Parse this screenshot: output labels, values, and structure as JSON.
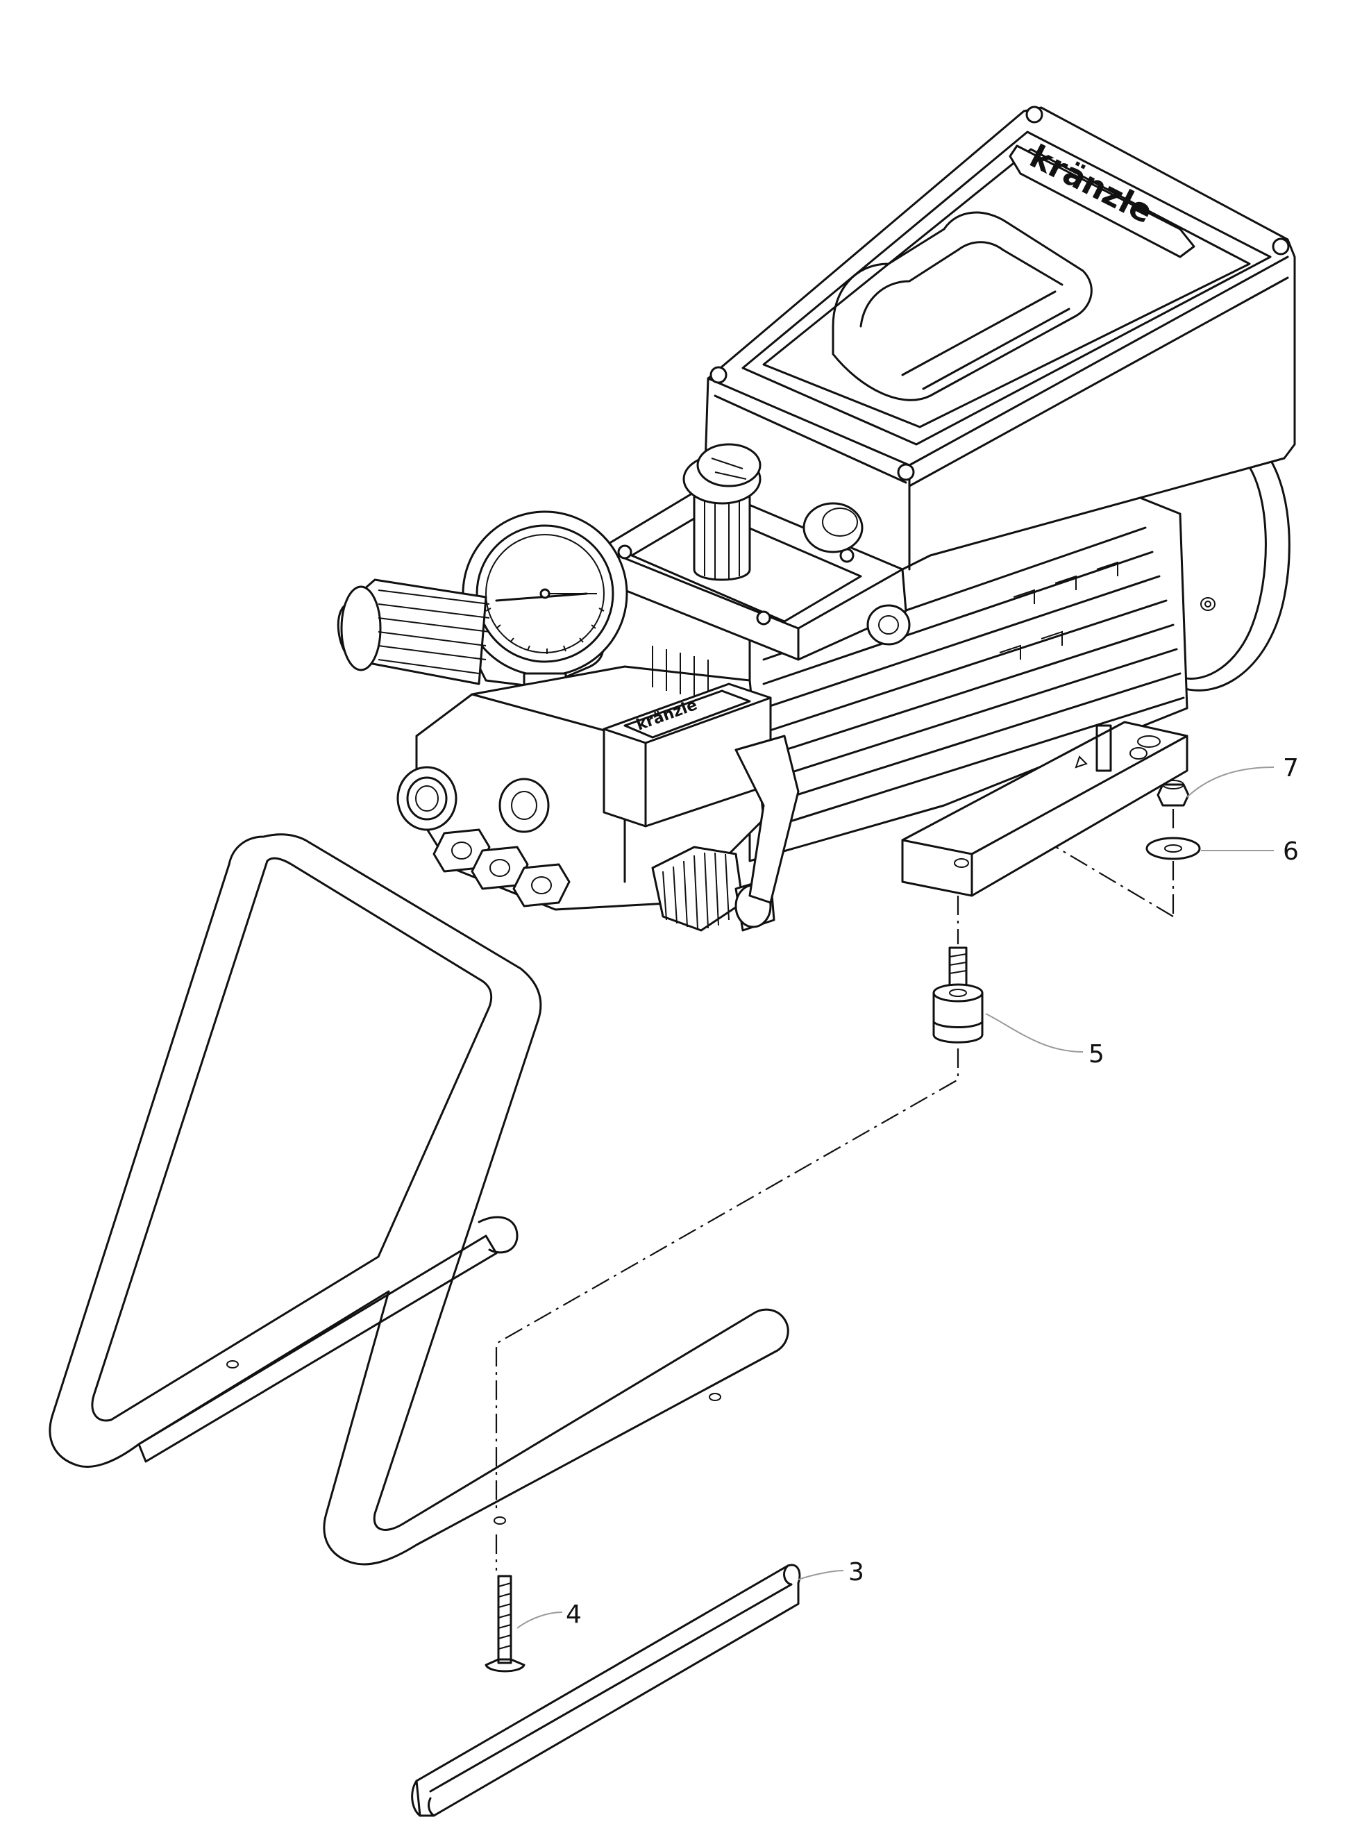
{
  "brand": {
    "cover_logo": "kränzle",
    "pump_logo": "kränzle"
  },
  "callouts": [
    {
      "id": "callout-7",
      "text": "7"
    },
    {
      "id": "callout-6",
      "text": "6"
    },
    {
      "id": "callout-5",
      "text": "5"
    },
    {
      "id": "callout-4",
      "text": "4"
    },
    {
      "id": "callout-3",
      "text": "3"
    }
  ]
}
